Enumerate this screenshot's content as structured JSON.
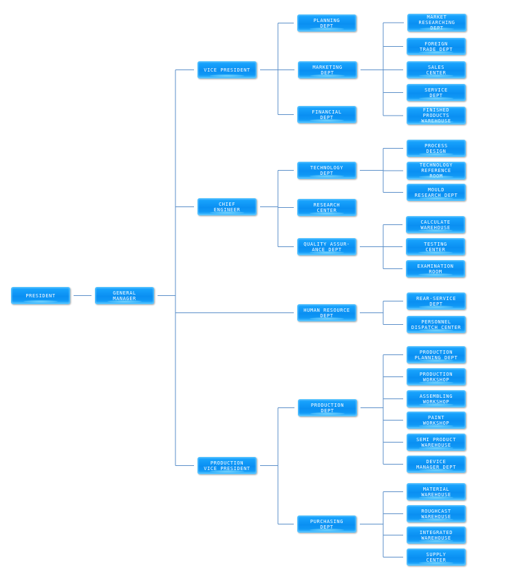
{
  "chart_title": "",
  "colors": {
    "node_fill": "#0a8ff2",
    "node_text": "#ffffff",
    "connector": "#5b8fc9"
  },
  "org": {
    "label": "PRESIDENT",
    "children": [
      {
        "label": "GENERAL MANAGER",
        "children": [
          {
            "label": "VICE PRESIDENT",
            "children": [
              {
                "label": "PLANNING DEPT",
                "children": []
              },
              {
                "label": "MARKETING DEPT",
                "children": [
                  {
                    "label": "MARKET RESEARCHING DEPT"
                  },
                  {
                    "label": "FOREIGN TRADE DEPT"
                  },
                  {
                    "label": "SALES CENTER"
                  },
                  {
                    "label": "SERVICE DEPT"
                  },
                  {
                    "label": "FINISHED PRODUCTS WAREHOUSE"
                  }
                ]
              },
              {
                "label": "FINANCIAL DEPT",
                "children": []
              }
            ]
          },
          {
            "label": "CHIEF ENGINEER",
            "children": [
              {
                "label": "TECHNOLOGY DEPT",
                "children": [
                  {
                    "label": "PROCESS DESIGN"
                  },
                  {
                    "label": "TECHNOLOGY REFERENCE ROOM"
                  },
                  {
                    "label": "MOULD RESEARCH DEPT"
                  }
                ]
              },
              {
                "label": "RESEARCH CENTER",
                "children": []
              },
              {
                "label": "QUALITY ASSURANCE DEPT",
                "children": [
                  {
                    "label": "CALCULATE WAREHOUSE"
                  },
                  {
                    "label": "TESTING CENTER"
                  },
                  {
                    "label": "EXAMINATION ROOM"
                  }
                ]
              }
            ]
          },
          {
            "label": "HUMAN RESOURCE DEPT",
            "children": [
              {
                "label": "REAR-SERVICE DEPT"
              },
              {
                "label": "PERSONNEL DISPATCH CENTER"
              }
            ]
          },
          {
            "label": "PRODUCTION VICE PRESIDENT",
            "children": [
              {
                "label": "PRODUCTION DEPT",
                "children": [
                  {
                    "label": "PRODUCTION PLANNING DEPT"
                  },
                  {
                    "label": "PRODUCTION WORKSHOP"
                  },
                  {
                    "label": "ASSEMBLING WORKSHOP"
                  },
                  {
                    "label": "PAINT WORKSHOP"
                  },
                  {
                    "label": "SEMI PRODUCT WAREHOUSE"
                  },
                  {
                    "label": "DEVICE MANAGER DEPT"
                  }
                ]
              },
              {
                "label": "PURCHASING DEPT",
                "children": [
                  {
                    "label": "MATERIAL WAREHOUSE"
                  },
                  {
                    "label": "ROUGHCAST WAREHOUSE"
                  },
                  {
                    "label": "INTEGRATED WAREHOUSE"
                  },
                  {
                    "label": "SUPPLY CENTER"
                  }
                ]
              }
            ]
          }
        ]
      }
    ]
  },
  "labels": {
    "president": "PRESIDENT",
    "general_manager": "GENERAL\nMANAGER",
    "vice_president": "VICE PRESIDENT",
    "chief_engineer": "CHIEF\nENGINEER",
    "production_vice_president": "PRODUCTION\nVICE PRESIDENT",
    "planning_dept": "PLANNING\nDEPT",
    "marketing_dept": "MARKETING\nDEPT",
    "financial_dept": "FINANCIAL\nDEPT",
    "technology_dept": "TECHNOLOGY\nDEPT",
    "research_center": "RESEARCH\nCENTER",
    "quality_assurance_dept": "QUALITY ASSUR-\nANCE DEPT",
    "human_resource_dept": "HUMAN RESOURCE\nDEPT",
    "production_dept": "PRODUCTION\nDEPT",
    "purchasing_dept": "PURCHASING\nDEPT",
    "market_researching_dept": "MARKET\nRESEARCHING\nDEPT",
    "foreign_trade_dept": "FOREIGN\nTRADE DEPT",
    "sales_center": "SALES\nCENTER",
    "service_dept": "SERVICE\nDEPT",
    "finished_products_warehouse": "FINISHED\nPRODUCTS\nWAREHOUSE",
    "process_design": "PROCESS\nDESIGN",
    "technology_reference_room": "TECHNOLOGY\nREFERENCE\nROOM",
    "mould_research_dept": "MOULD\nRESEARCH DEPT",
    "calculate_warehouse": "CALCULATE\nWAREHOUSE",
    "testing_center": "TESTING\nCENTER",
    "examination_room": "EXAMINATION\nROOM",
    "rear_service_dept": "REAR-SERVICE\nDEPT",
    "personnel_dispatch_center": "PERSONNEL\nDISPATCH CENTER",
    "production_planning_dept": "PRODUCTION\nPLANNING DEPT",
    "production_workshop": "PRODUCTION\nWORKSHOP",
    "assembling_workshop": "ASSEMBLING\nWORKSHOP",
    "paint_workshop": "PAINT\nWORKSHOP",
    "semi_product_warehouse": "SEMI PRODUCT\nWAREHOUSE",
    "device_manager_dept": "DEVICE\nMANAGER DEPT",
    "material_warehouse": "MATERIAL\nWAREHOUSE",
    "roughcast_warehouse": "ROUGHCAST\nWAREHOUSE",
    "integrated_warehouse": "INTEGRATED\nWAREHOUSE",
    "supply_center": "SUPPLY\nCENTER"
  }
}
